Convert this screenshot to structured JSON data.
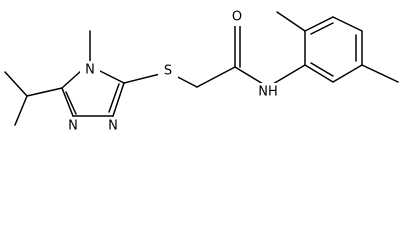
{
  "molecule": {
    "atoms": {
      "O": "O",
      "S": "S",
      "NH": "NH",
      "N4": "N",
      "N1": "N",
      "N2": "N"
    }
  }
}
